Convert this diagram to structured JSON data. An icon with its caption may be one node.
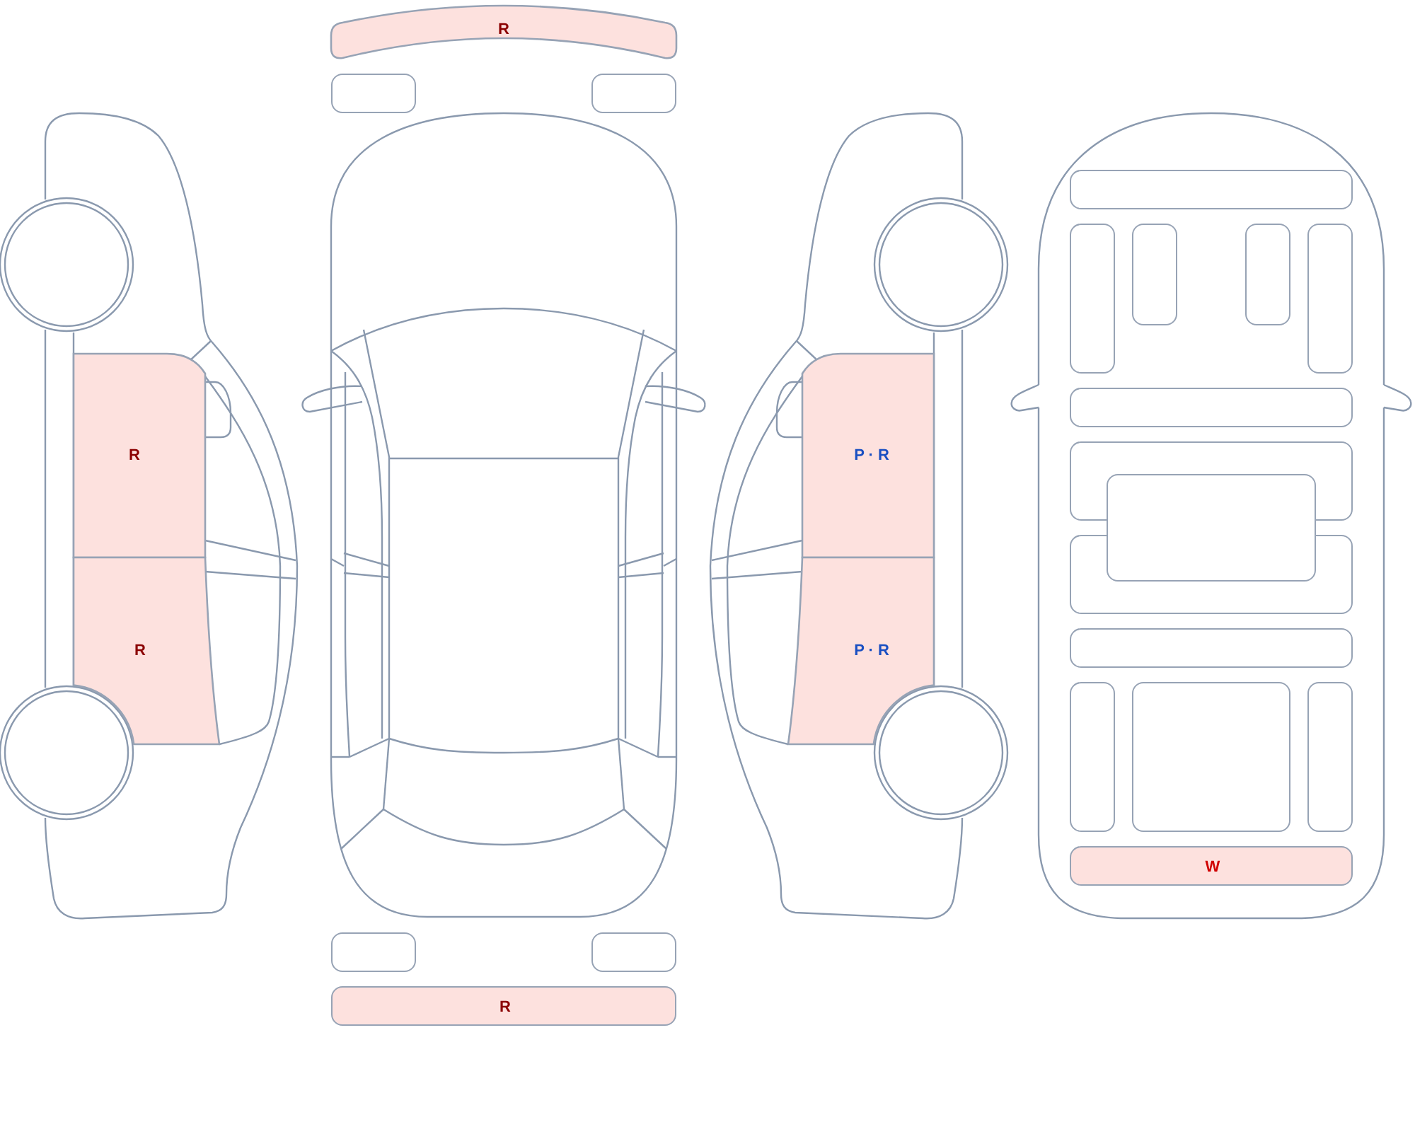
{
  "diagram": {
    "nodes": [
      {
        "text": [
          "R"
        ]
      },
      {
        "text": [
          "R"
        ]
      },
      {
        "text": [
          "R"
        ]
      },
      {
        "text": [],
        "shape": "box"
      },
      {
        "text": [],
        "shape": "box"
      },
      {
        "text": [],
        "shape": "box"
      },
      {
        "text": [],
        "shape": "box"
      },
      {
        "text": [
          "R"
        ]
      },
      {
        "text": [
          "P · R"
        ]
      },
      {
        "text": [
          "P · R"
        ]
      },
      {
        "text": [],
        "shape": "box"
      },
      {
        "text": [],
        "shape": "box"
      },
      {
        "text": [],
        "shape": "box"
      },
      {
        "text": [],
        "shape": "box"
      },
      {
        "text": [],
        "shape": "box"
      },
      {
        "text": [],
        "shape": "box"
      },
      {
        "text": [],
        "shape": "box"
      },
      {
        "text": [],
        "shape": "box"
      },
      {
        "text": [],
        "shape": "box"
      },
      {
        "text": [],
        "shape": "box"
      },
      {
        "text": [],
        "shape": "box"
      },
      {
        "text": [],
        "shape": "box"
      },
      {
        "text": [],
        "shape": "box"
      },
      {
        "text": [
          "W"
        ]
      }
    ]
  }
}
